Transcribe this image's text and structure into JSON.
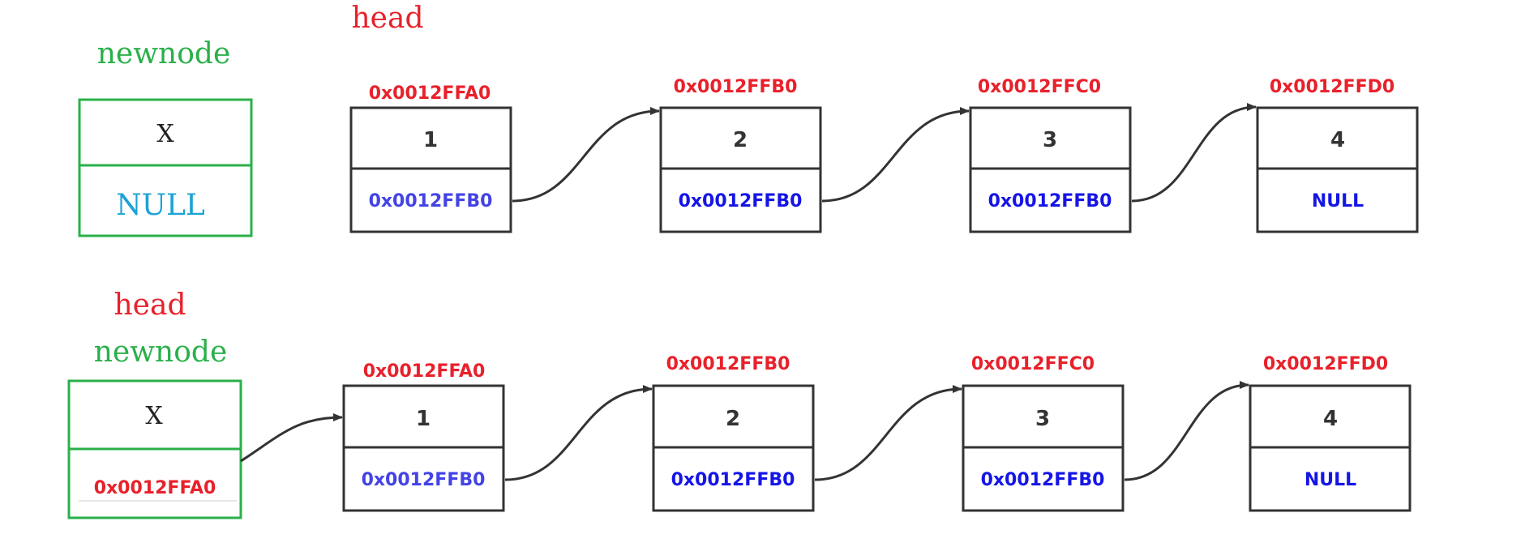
{
  "colors": {
    "red": "#e8212b",
    "green": "#2ab04a",
    "blue": "#1515e6",
    "cyan": "#1aa3d6",
    "box": "#333333",
    "arrow": "#333333"
  },
  "top": {
    "head_label": "head",
    "newnode_label": "newnode",
    "newnode": {
      "data": "X",
      "next": "NULL"
    },
    "nodes": [
      {
        "addr": "0x0012FFA0",
        "value": "1",
        "next": "0x0012FFB0"
      },
      {
        "addr": "0x0012FFB0",
        "value": "2",
        "next": "0x0012FFB0"
      },
      {
        "addr": "0x0012FFC0",
        "value": "3",
        "next": "0x0012FFB0"
      },
      {
        "addr": "0x0012FFD0",
        "value": "4",
        "next": "NULL"
      }
    ]
  },
  "bottom": {
    "head_label": "head",
    "newnode_label": "newnode",
    "newnode": {
      "data": "X",
      "next": "0x0012FFA0"
    },
    "nodes": [
      {
        "addr": "0x0012FFA0",
        "value": "1",
        "next": "0x0012FFB0"
      },
      {
        "addr": "0x0012FFB0",
        "value": "2",
        "next": "0x0012FFB0"
      },
      {
        "addr": "0x0012FFC0",
        "value": "3",
        "next": "0x0012FFB0"
      },
      {
        "addr": "0x0012FFD0",
        "value": "4",
        "next": "NULL"
      }
    ]
  }
}
